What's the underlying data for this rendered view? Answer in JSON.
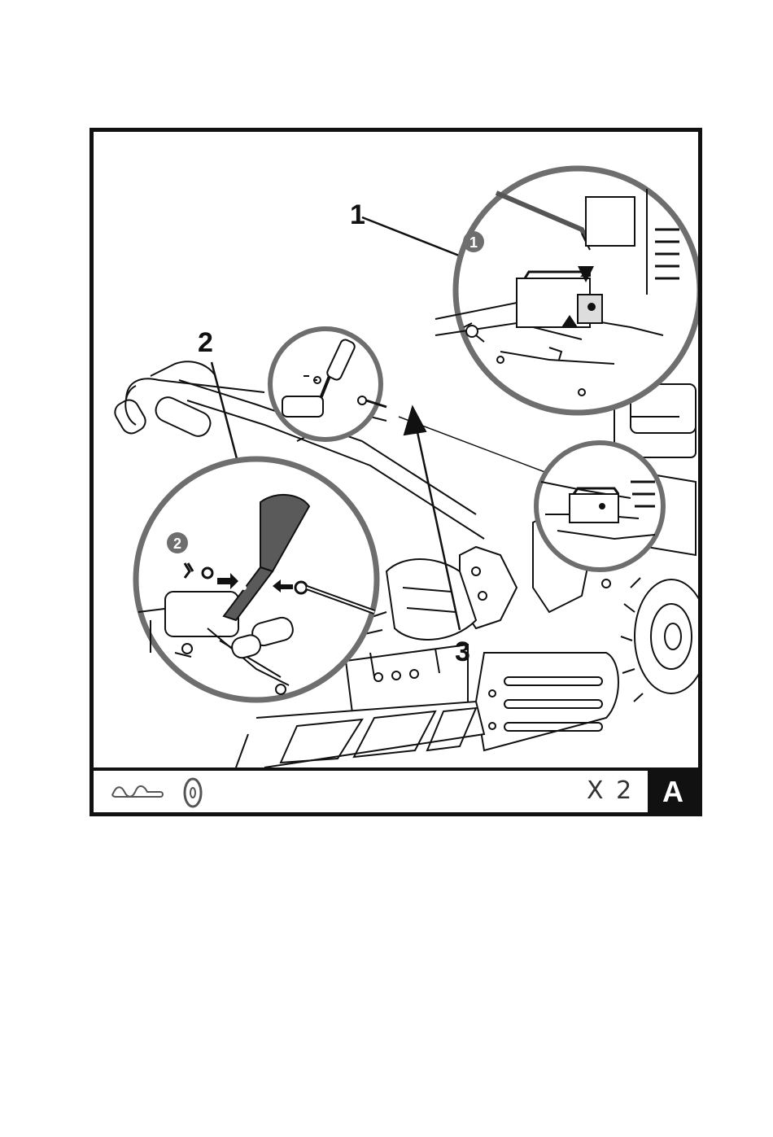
{
  "callouts": {
    "one": "1",
    "two": "2",
    "three": "3"
  },
  "step_badges": {
    "step1": "1",
    "step2": "2"
  },
  "parts": {
    "items": [
      {
        "icon": "hairpin-cotter-pin-icon"
      },
      {
        "icon": "flat-washer-icon"
      }
    ],
    "quantity": "X 2"
  },
  "panel": {
    "letter": "A"
  },
  "colors": {
    "line": "#111111",
    "zoom_circle": "#6e6e6e",
    "badge": "#6e6e6e",
    "handle": "#5a5a5a"
  }
}
